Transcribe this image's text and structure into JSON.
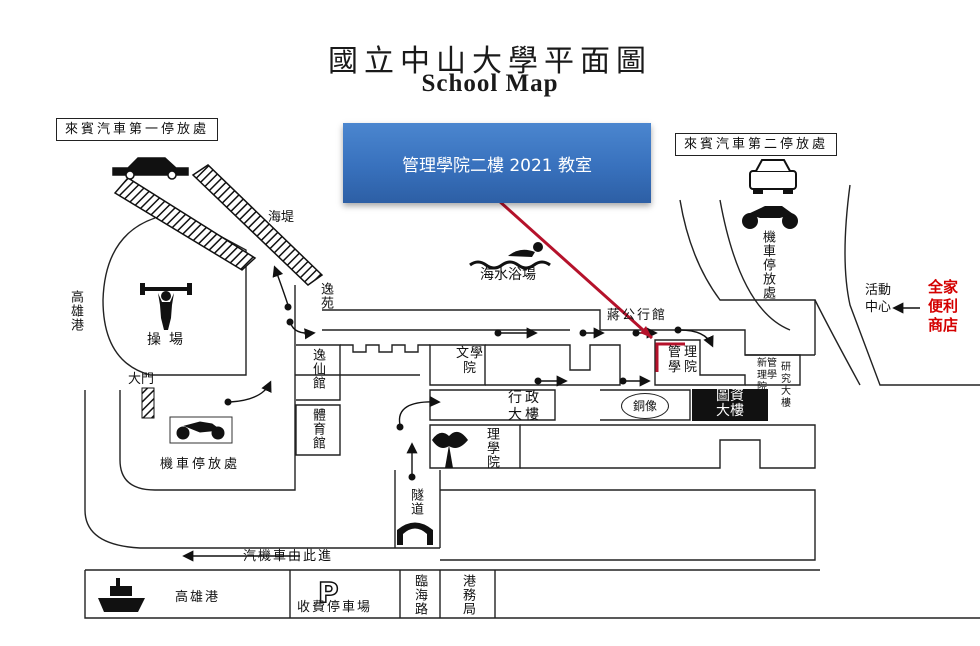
{
  "title_zh": "國立中山大學平面圖",
  "title_en": "School Map",
  "callout": {
    "text": "管理學院二樓 2021 教室",
    "color": "#3b74c0"
  },
  "labels": {
    "visitor_parking_1": "來賓汽車第一停放處",
    "visitor_parking_2": "來賓汽車第二停放處",
    "seawall": "海堤",
    "beach": "海水浴場",
    "kaohsiung_harbor_side": "高雄港",
    "sports_field": "操場",
    "main_gate": "大門",
    "yixian_garden": "逸苑",
    "yixian_hall": "逸仙館",
    "gymnasium": "體育館",
    "moto_parking_left": "機車停放處",
    "moto_parking_right": "機車停放處",
    "college_liberal_arts": "文學院",
    "administration": "行政大樓",
    "chiang_hall": "蔣公行館",
    "college_management": "管理學院",
    "new_management": "新管理學院",
    "research_bldg": "研究大樓",
    "activity_center": "活動中心",
    "convenience_store": [
      "全家",
      "便利",
      "商店"
    ],
    "library_line1": "圖資",
    "library_line2": "大樓",
    "bronze_statue": "銅像",
    "college_science": "理學院",
    "tunnel": "隧道",
    "entry_road": "汽機車由此進",
    "kaohsiung_harbor_bottom": "高雄港",
    "paid_parking": "收費停車場",
    "paid_parking_symbol": "P",
    "linhai_road": "臨海路",
    "port_bureau": "港務局"
  },
  "colors": {
    "store_text": "#d40000",
    "pointer_line": "#b5122b",
    "ink": "#111111"
  }
}
